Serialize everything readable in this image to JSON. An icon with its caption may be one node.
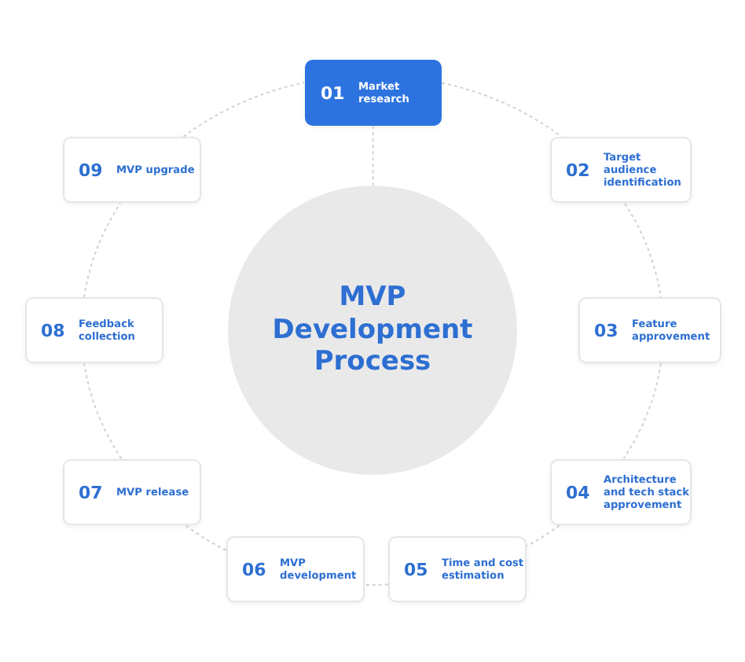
{
  "diagram": {
    "nodes": [
      {
        "text": [
          "01",
          "Market research"
        ]
      },
      {
        "text": [
          "02",
          "Target audience identification"
        ]
      },
      {
        "text": [
          "03",
          "Feature approvement"
        ]
      },
      {
        "text": [
          "04",
          "Architecture and tech stack approvement"
        ]
      },
      {
        "text": [
          "05",
          "Time and cost estimation"
        ]
      },
      {
        "text": [
          "06",
          "MVP development"
        ]
      },
      {
        "text": [
          "07",
          "MVP release"
        ]
      },
      {
        "text": [
          "08",
          "Feedback collection"
        ]
      },
      {
        "text": [
          "09",
          "MVP upgrade"
        ]
      },
      {
        "text": [
          "MVP Development Process"
        ]
      }
    ],
    "edges": [
      {
        "from": 0,
        "to": 1,
        "arrow": "none",
        "style": "dashed"
      },
      {
        "from": 1,
        "to": 2,
        "arrow": "none",
        "style": "dashed"
      },
      {
        "from": 2,
        "to": 3,
        "arrow": "none",
        "style": "dashed"
      },
      {
        "from": 3,
        "to": 4,
        "arrow": "none",
        "style": "dashed"
      },
      {
        "from": 4,
        "to": 5,
        "arrow": "none",
        "style": "dashed"
      },
      {
        "from": 5,
        "to": 6,
        "arrow": "none",
        "style": "dashed"
      },
      {
        "from": 6,
        "to": 7,
        "arrow": "none",
        "style": "dashed"
      },
      {
        "from": 7,
        "to": 8,
        "arrow": "none",
        "style": "dashed"
      },
      {
        "from": 8,
        "to": 0,
        "arrow": "none",
        "style": "dashed"
      },
      {
        "from": 0,
        "to": 9,
        "arrow": "none",
        "style": "dashed"
      }
    ]
  }
}
